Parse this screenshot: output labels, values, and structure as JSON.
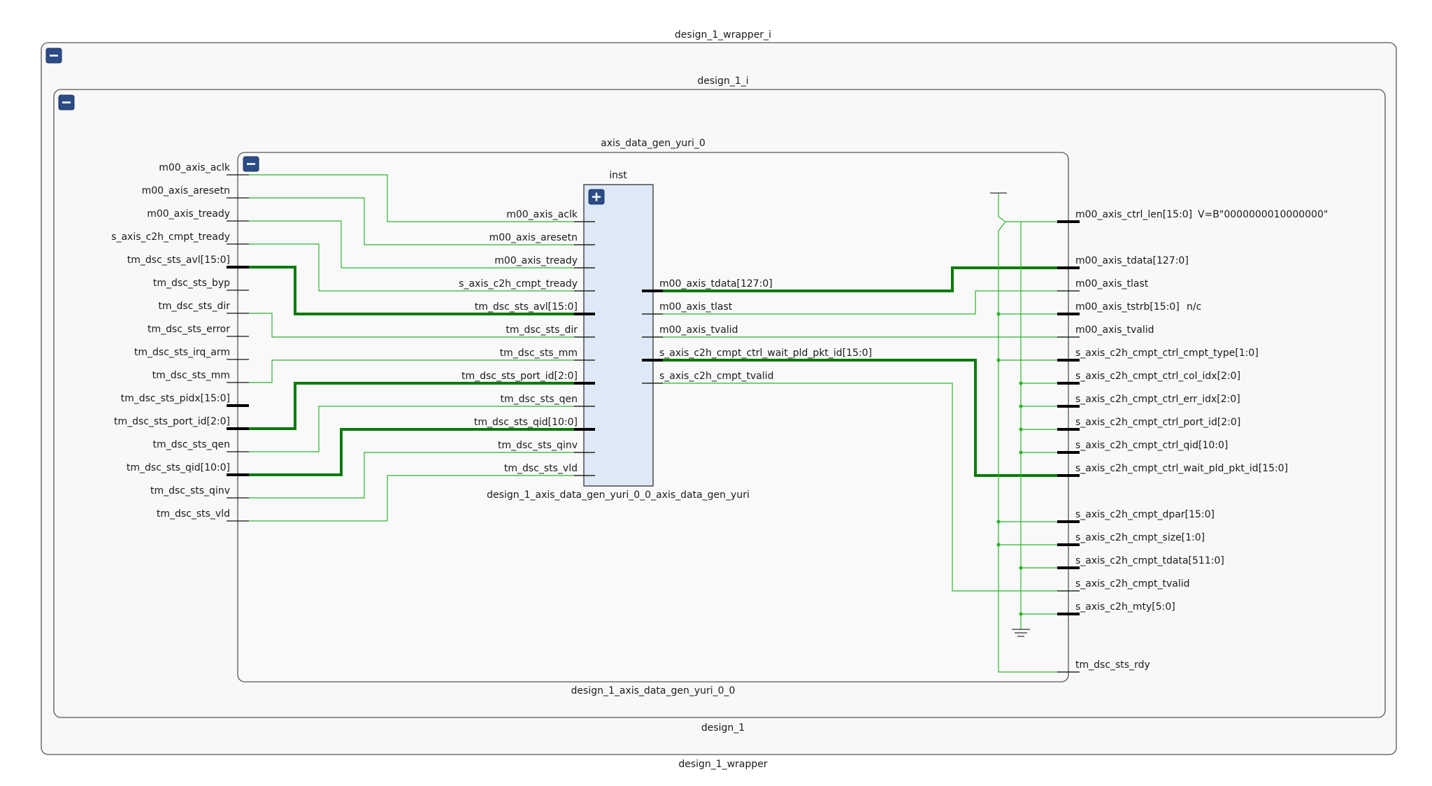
{
  "hierarchy": {
    "wrapper_instance": "design_1_wrapper_i",
    "wrapper_module": "design_1_wrapper",
    "design_instance": "design_1_i",
    "design_module": "design_1",
    "ip_instance": "axis_data_gen_yuri_0",
    "ip_module": "design_1_axis_data_gen_yuri_0_0",
    "inner_instance": "inst",
    "inner_module": "design_1_axis_data_gen_yuri_0_0_axis_data_gen_yuri"
  },
  "buttons": {
    "collapse_symbol": "minus",
    "expand_symbol": "plus"
  },
  "ip_left_ports": [
    "m00_axis_aclk",
    "m00_axis_aresetn",
    "m00_axis_tready",
    "s_axis_c2h_cmpt_tready",
    "tm_dsc_sts_avl[15:0]",
    "tm_dsc_sts_byp",
    "tm_dsc_sts_dir",
    "tm_dsc_sts_error",
    "tm_dsc_sts_irq_arm",
    "tm_dsc_sts_mm",
    "tm_dsc_sts_pidx[15:0]",
    "tm_dsc_sts_port_id[2:0]",
    "tm_dsc_sts_qen",
    "tm_dsc_sts_qid[10:0]",
    "tm_dsc_sts_qinv",
    "tm_dsc_sts_vld"
  ],
  "inst_left_ports": [
    "m00_axis_aclk",
    "m00_axis_aresetn",
    "m00_axis_tready",
    "s_axis_c2h_cmpt_tready",
    "tm_dsc_sts_avl[15:0]",
    "tm_dsc_sts_dir",
    "tm_dsc_sts_mm",
    "tm_dsc_sts_port_id[2:0]",
    "tm_dsc_sts_qen",
    "tm_dsc_sts_qid[10:0]",
    "tm_dsc_sts_qinv",
    "tm_dsc_sts_vld"
  ],
  "inst_right_ports": [
    "m00_axis_tdata[127:0]",
    "m00_axis_tlast",
    "m00_axis_tvalid",
    "s_axis_c2h_cmpt_ctrl_wait_pld_pkt_id[15:0]",
    "s_axis_c2h_cmpt_tvalid"
  ],
  "ip_right_ports": [
    "m00_axis_ctrl_len[15:0]",
    "m00_axis_tdata[127:0]",
    "m00_axis_tlast",
    "m00_axis_tstrb[15:0]",
    "m00_axis_tvalid",
    "s_axis_c2h_cmpt_ctrl_cmpt_type[1:0]",
    "s_axis_c2h_cmpt_ctrl_col_idx[2:0]",
    "s_axis_c2h_cmpt_ctrl_err_idx[2:0]",
    "s_axis_c2h_cmpt_ctrl_port_id[2:0]",
    "s_axis_c2h_cmpt_ctrl_qid[10:0]",
    "s_axis_c2h_cmpt_ctrl_wait_pld_pkt_id[15:0]",
    "s_axis_c2h_cmpt_dpar[15:0]",
    "s_axis_c2h_cmpt_size[1:0]",
    "s_axis_c2h_cmpt_tdata[511:0]",
    "s_axis_c2h_cmpt_tvalid",
    "s_axis_c2h_mty[5:0]",
    "tm_dsc_sts_rdy"
  ],
  "annotations": {
    "ctrl_len_constant": "V=B\"0000000010000000\"",
    "tstrb_no_connect": "n/c"
  },
  "colors": {
    "wire": "#2db52d",
    "bus_wire": "#0b7a0b",
    "frame_border": "#555555",
    "inst_fill": "#dde9f7",
    "button_fill": "#2b4c86"
  }
}
